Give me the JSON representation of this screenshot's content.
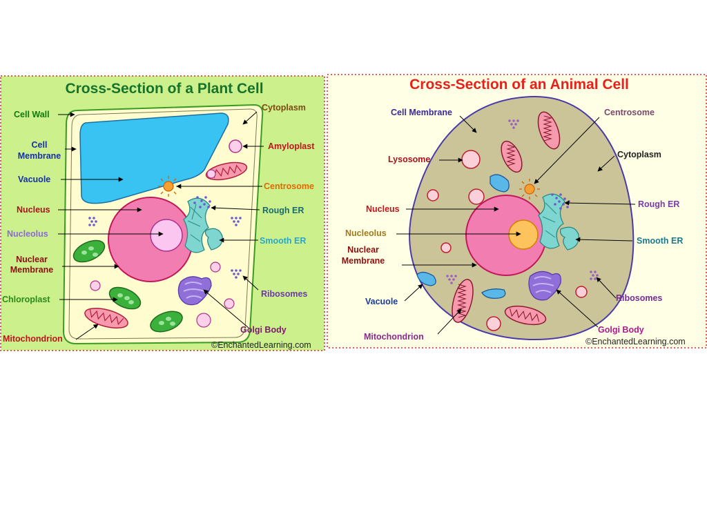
{
  "plant": {
    "title": "Cross-Section of a Plant Cell",
    "copyright": "©EnchantedLearning.com",
    "labels": {
      "cell_wall": "Cell Wall",
      "cell_membrane_1": "Cell",
      "cell_membrane_2": "Membrane",
      "vacuole": "Vacuole",
      "nucleus": "Nucleus",
      "nucleolus": "Nucleolus",
      "nuclear_membrane_1": "Nuclear",
      "nuclear_membrane_2": "Membrane",
      "chloroplast": "Chloroplast",
      "mitochondrion": "Mitochondrion",
      "cytoplasm": "Cytoplasm",
      "amyloplast": "Amyloplast",
      "centrosome": "Centrosome",
      "rough_er": "Rough ER",
      "smooth_er": "Smooth ER",
      "ribosomes": "Ribosomes",
      "golgi_body": "Golgi Body"
    }
  },
  "animal": {
    "title": "Cross-Section of an Animal Cell",
    "copyright": "©EnchantedLearning.com",
    "labels": {
      "cell_membrane": "Cell Membrane",
      "lysosome": "Lysosome",
      "nucleus": "Nucleus",
      "nucleolus": "Nucleolus",
      "nuclear_membrane_1": "Nuclear",
      "nuclear_membrane_2": "Membrane",
      "vacuole": "Vacuole",
      "mitochondrion": "Mitochondrion",
      "centrosome": "Centrosome",
      "cytoplasm": "Cytoplasm",
      "rough_er": "Rough ER",
      "smooth_er": "Smooth ER",
      "ribosomes": "Ribosomes",
      "golgi_body": "Golgi Body"
    }
  },
  "colors": {
    "plant_bg": "#ccf08c",
    "plant_cytoplasm": "#fffcd0",
    "plant_vacuole": "#39c3f2",
    "animal_bg": "#ffffe6",
    "animal_cytoplasm": "#cbc498",
    "nucleus": "#f27db0",
    "plant_nucleolus": "#fbc7f0",
    "animal_nucleolus": "#fdc35c",
    "border_dots": "#d8262e"
  }
}
